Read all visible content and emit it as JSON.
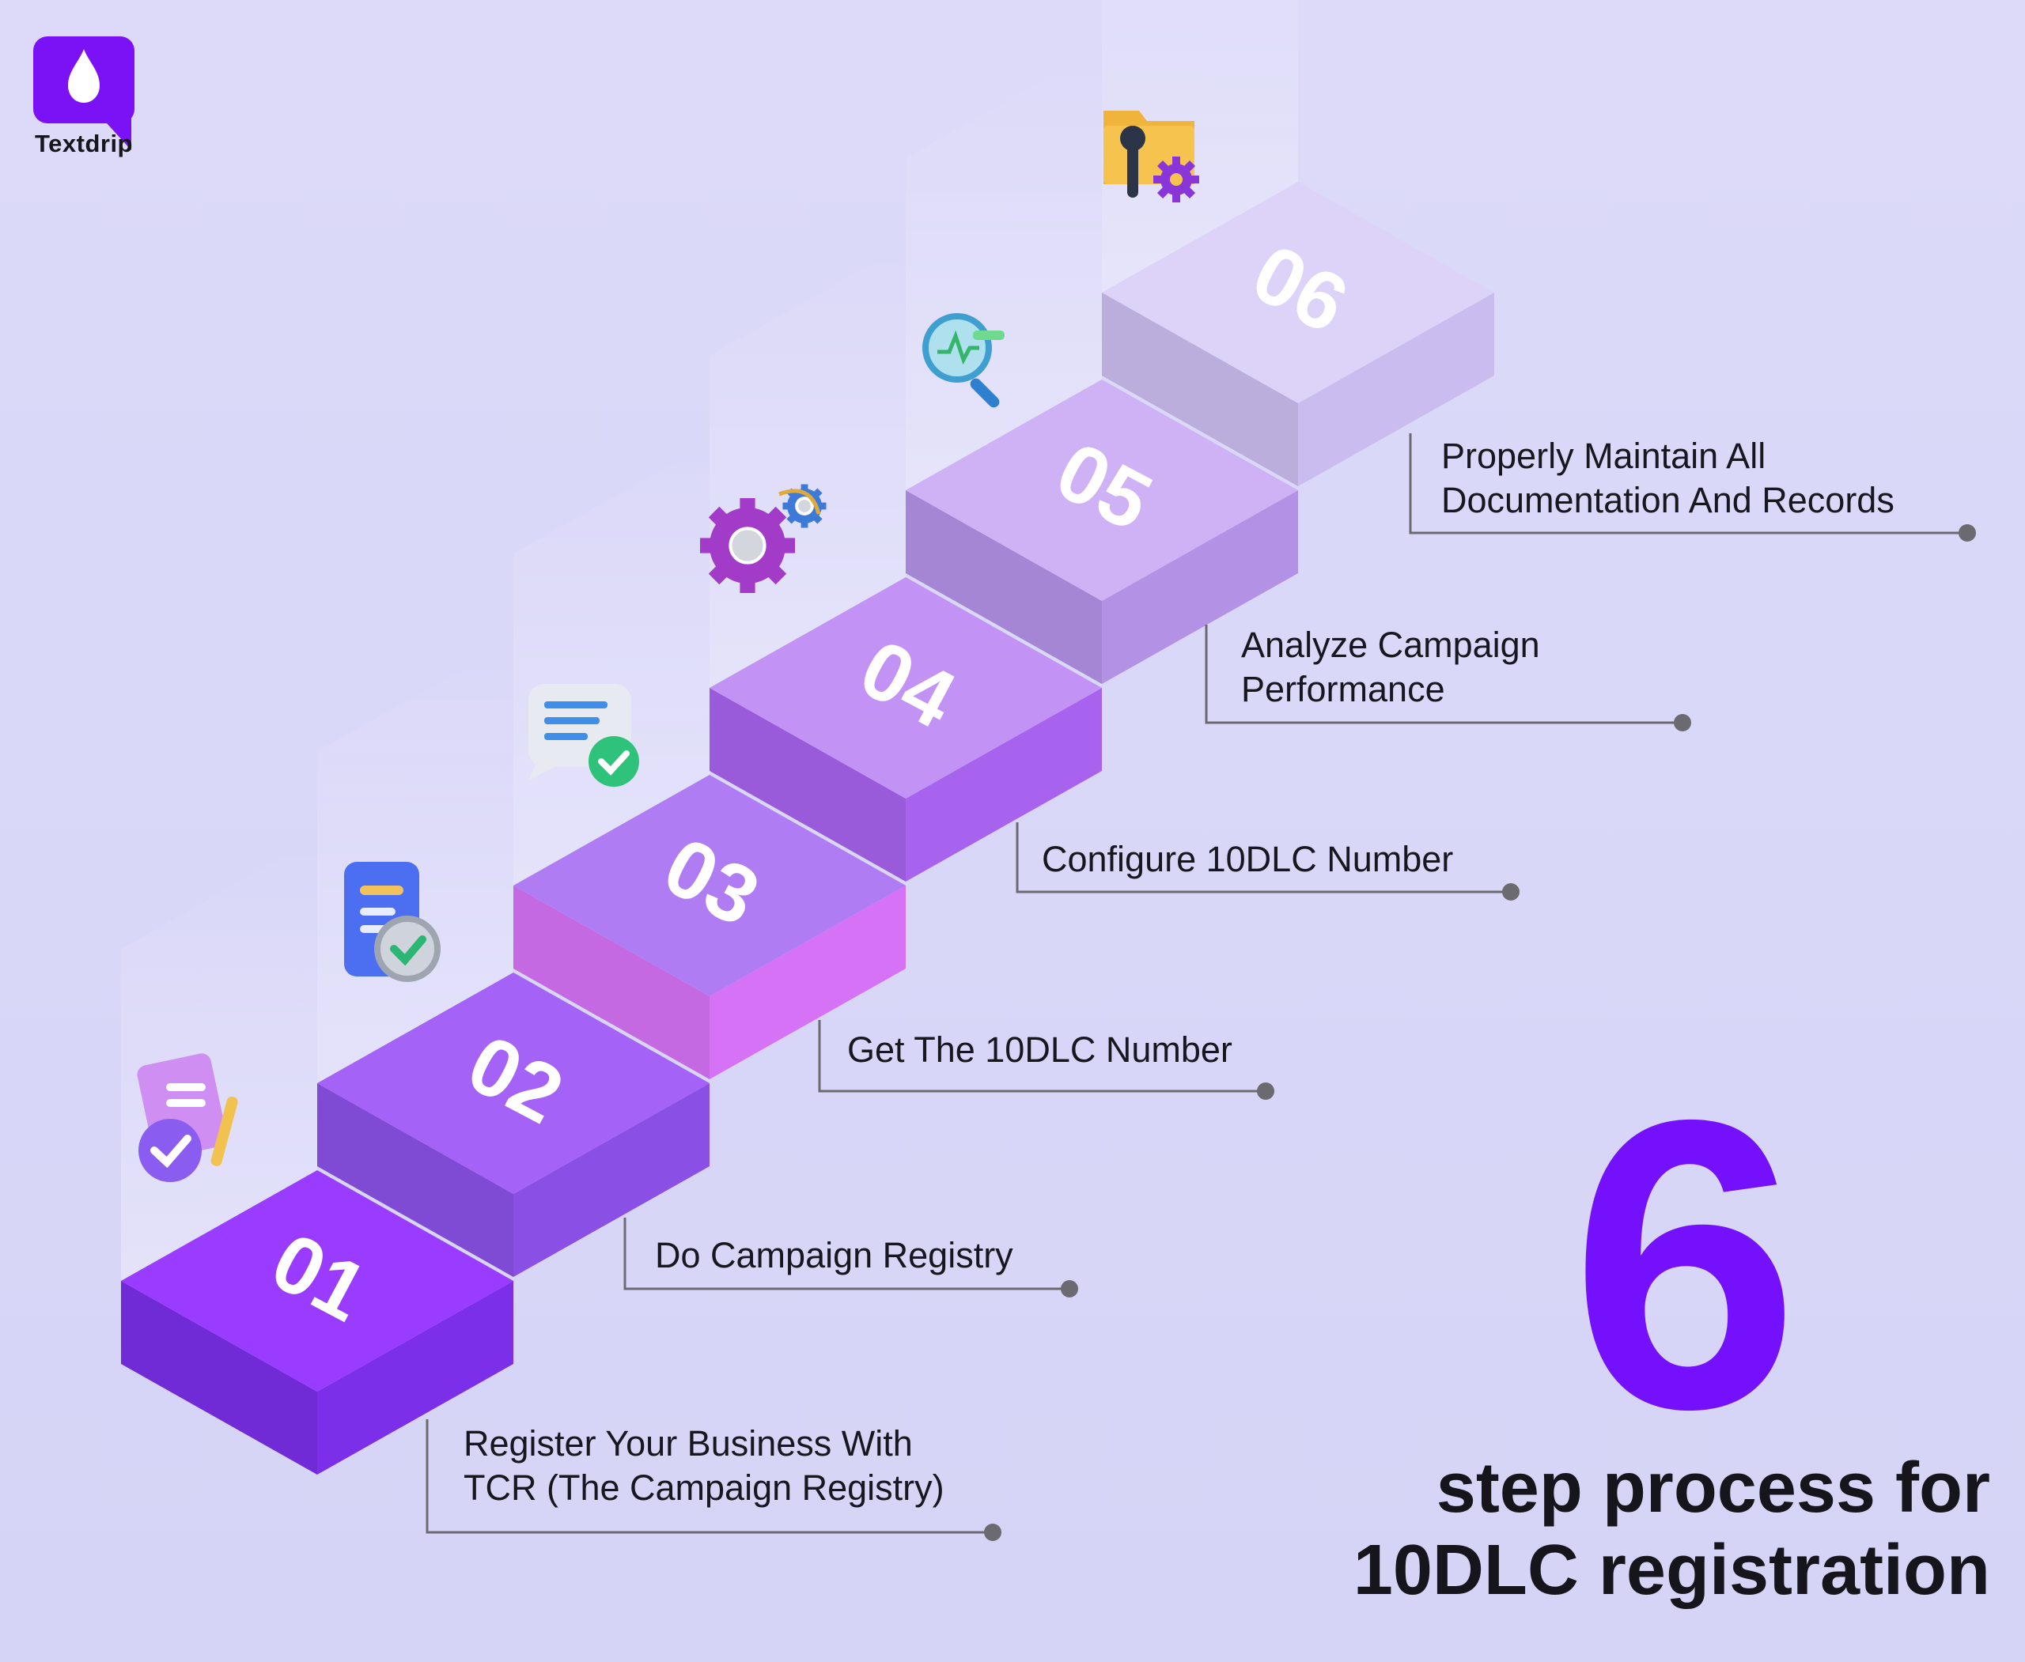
{
  "brand": {
    "name": "Textdrip",
    "color": "#7a12f5"
  },
  "headline": {
    "number": "6",
    "line1": "step process for",
    "line2": "10DLC registration",
    "number_color": "#7410fb"
  },
  "steps": [
    {
      "number": "01",
      "label_line1": "Register Your Business With",
      "label_line2": "TCR (The Campaign Registry)",
      "icon": "document-check-icon",
      "top_color": "#9a3cff",
      "side_color": "#7b2fe9"
    },
    {
      "number": "02",
      "label_line1": "Do Campaign Registry",
      "label_line2": "",
      "icon": "clipboard-check-icon",
      "top_color": "#a462f6",
      "side_color": "#8a50e6"
    },
    {
      "number": "03",
      "label_line1": "Get The 10DLC Number",
      "label_line2": "",
      "icon": "chat-check-icon",
      "top_color": "#b07cf4",
      "side_color": "#d572f5"
    },
    {
      "number": "04",
      "label_line1": "Configure 10DLC Number",
      "label_line2": "",
      "icon": "gears-icon",
      "top_color": "#c292f4",
      "side_color": "#a763ee"
    },
    {
      "number": "05",
      "label_line1": "Analyze Campaign",
      "label_line2": "Performance",
      "icon": "magnifier-chart-icon",
      "top_color": "#cfb2f6",
      "side_color": "#b392e6"
    },
    {
      "number": "06",
      "label_line1": "Properly Maintain All",
      "label_line2": "Documentation And Records",
      "icon": "folder-tools-icon",
      "top_color": "#ddd3f8",
      "side_color": "#cbbcef"
    }
  ]
}
